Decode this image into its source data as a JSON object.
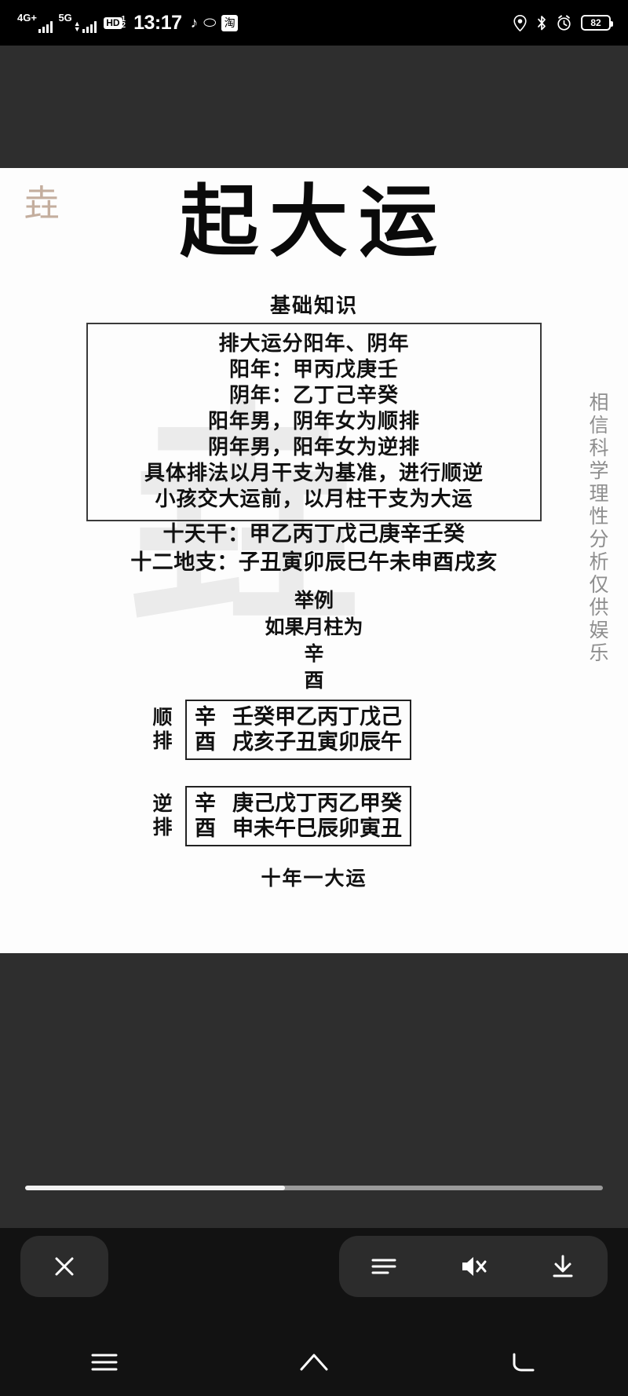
{
  "status_bar": {
    "network_1": "4G+",
    "network_2": "5G",
    "hd_label": "HD",
    "hd_sup": "1",
    "hd_sub": "2",
    "time": "13:17",
    "app_icon_1": "tiktok-note-icon",
    "app_icon_2": "oval-icon",
    "app_icon_3": "淘",
    "location_icon": "location-pin-icon",
    "bluetooth_icon": "bluetooth-icon",
    "alarm_icon": "alarm-clock-icon",
    "battery_level": "82"
  },
  "document": {
    "corner_mark": "垚",
    "title": "起大运",
    "subtitle": "基础知识",
    "info_lines": [
      "排大运分阳年、阴年",
      "阳年：甲丙戊庚壬",
      "阴年：乙丁己辛癸",
      "阳年男，阴年女为顺排",
      "阴年男，阳年女为逆排",
      "具体排法以月干支为基准，进行顺逆",
      "小孩交大运前，以月柱干支为大运"
    ],
    "ganzhi_lines": [
      "十天干：甲乙丙丁戊己庚辛壬癸",
      "十二地支：子丑寅卯辰巳午未申酉戌亥"
    ],
    "example_lines": [
      "举例",
      "如果月柱为",
      "辛",
      "酉"
    ],
    "sequences": [
      {
        "label": "顺排",
        "stem_head": "辛",
        "stem_rest": "壬癸甲乙丙丁戊己",
        "branch_head": "酉",
        "branch_rest": "戌亥子丑寅卯辰午"
      },
      {
        "label": "逆排",
        "stem_head": "辛",
        "stem_rest": "庚己戊丁丙乙甲癸",
        "branch_head": "酉",
        "branch_rest": "申未午巳辰卯寅丑"
      }
    ],
    "footnote": "十年一大运",
    "vertical_note": "相信科学理性分析仅供娱乐",
    "watermark": "垚"
  },
  "player": {
    "progress_percent": 45,
    "close_icon": "close-icon",
    "list_icon": "list-lines-icon",
    "mute_icon": "volume-muted-icon",
    "download_icon": "download-icon"
  },
  "nav_bar": {
    "recents_icon": "menu-lines-icon",
    "home_icon": "home-icon",
    "back_icon": "back-arrow-icon"
  },
  "colors": {
    "page_bg": "#fdfdfd",
    "letterbox": "#2e2e2e",
    "control_bar": "#121212",
    "accent_corner": "#c4ae9e",
    "vertical_note": "#8e8e8e"
  }
}
